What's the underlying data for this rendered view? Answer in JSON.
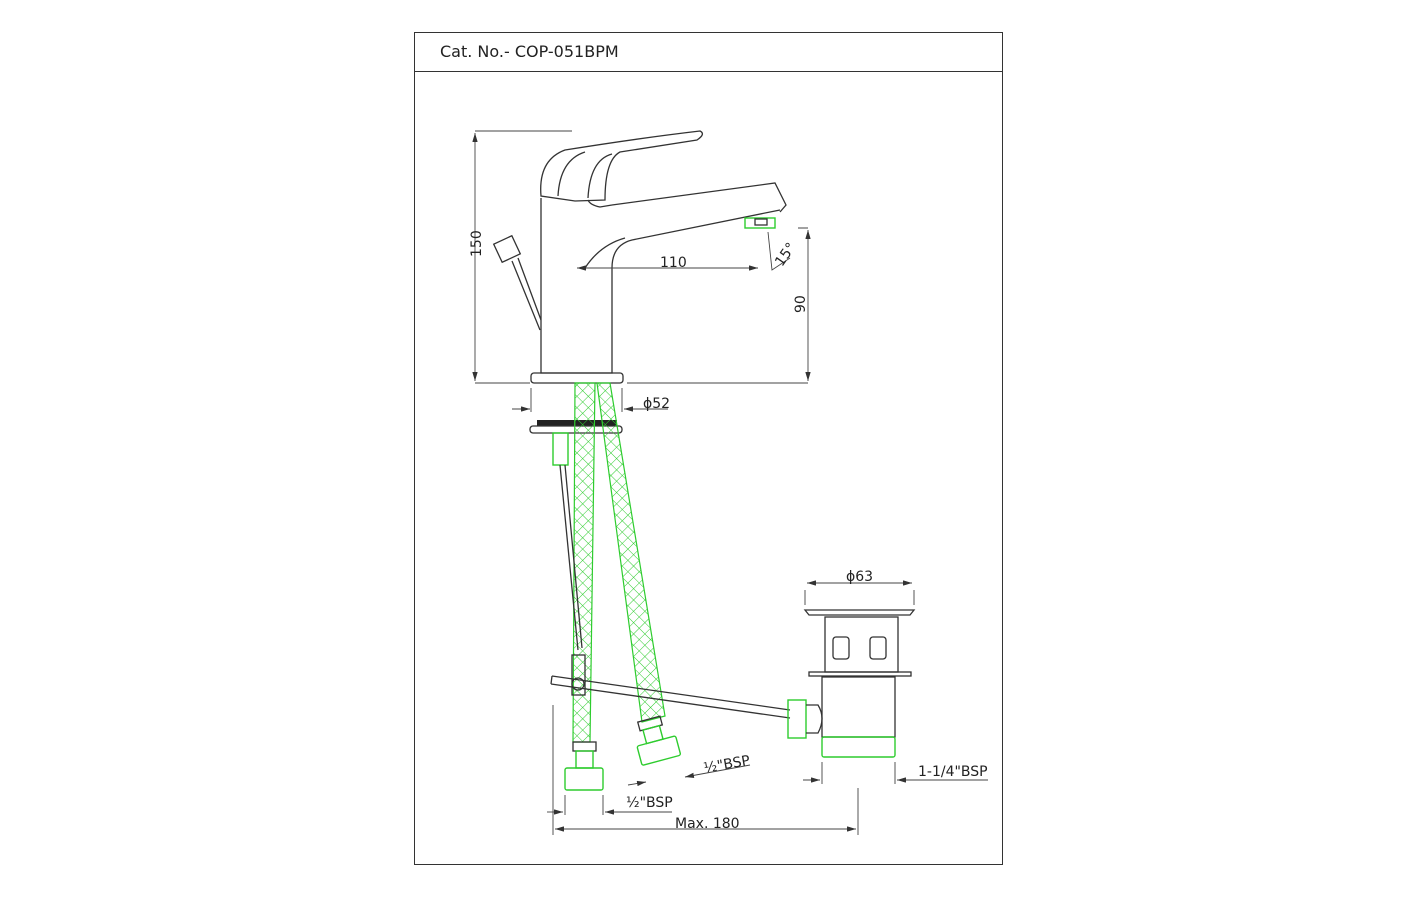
{
  "header": {
    "catalog_number": "Cat. No.- COP-051BPM"
  },
  "dimensions": {
    "height": "150",
    "spout_reach": "110",
    "spout_angle": "15°",
    "spout_height": "90",
    "base_diameter": "ϕ52",
    "waste_diameter": "ϕ63",
    "waste_thread": "1-1/4\"BSP",
    "hose_thread_left": "½\"BSP",
    "hose_thread_right": "½\"BSP",
    "max_length": "Max. 180"
  },
  "colors": {
    "line": "#333333",
    "highlight": "#2ecc2e"
  }
}
